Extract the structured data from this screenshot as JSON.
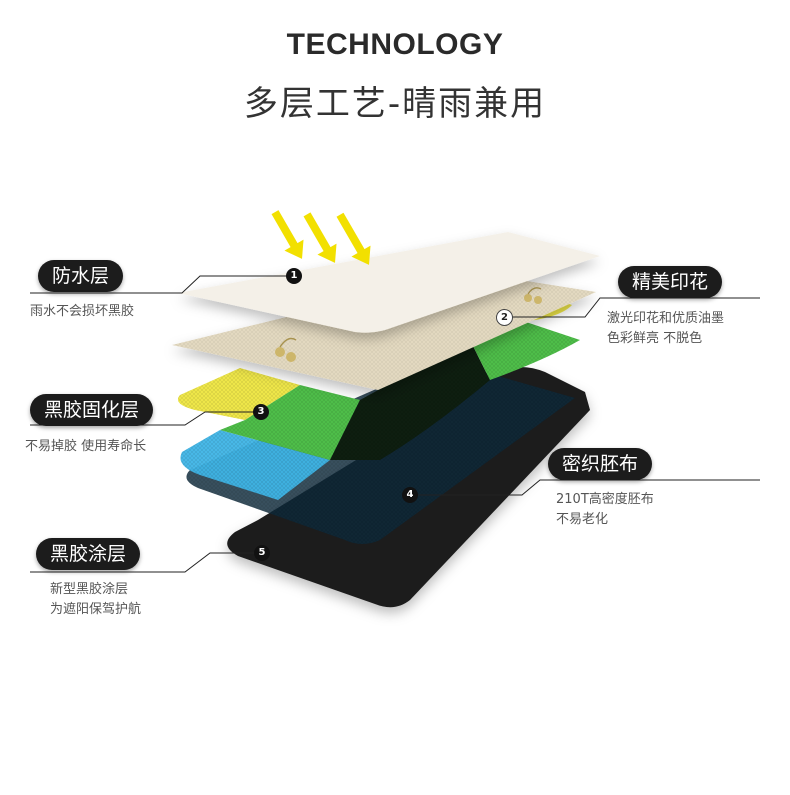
{
  "header": {
    "title_en": "TECHNOLOGY",
    "title_cn": "多层工艺-晴雨兼用"
  },
  "colors": {
    "arrow": "#f2e000",
    "pill_bg": "#1c1c1c",
    "layer_top": "#f3efe6",
    "layer_print": "#e6dcc3",
    "yellow": "#f0e84a",
    "green": "#4fbf4a",
    "blue": "#3fb6e8",
    "black": "#1a1a1a"
  },
  "layers": [
    {
      "num": "1",
      "label": "防水层",
      "desc": [
        "雨水不会损坏黑胶"
      ]
    },
    {
      "num": "2",
      "label": "精美印花",
      "desc": [
        "激光印花和优质油墨",
        "色彩鲜亮 不脱色"
      ]
    },
    {
      "num": "3",
      "label": "黑胶固化层",
      "desc": [
        "不易掉胶 使用寿命长"
      ]
    },
    {
      "num": "4",
      "label": "密织胚布",
      "desc": [
        "210T高密度胚布",
        "不易老化"
      ]
    },
    {
      "num": "5",
      "label": "黑胶涂层",
      "desc": [
        "新型黑胶涂层",
        "为遮阳保驾护航"
      ]
    }
  ]
}
